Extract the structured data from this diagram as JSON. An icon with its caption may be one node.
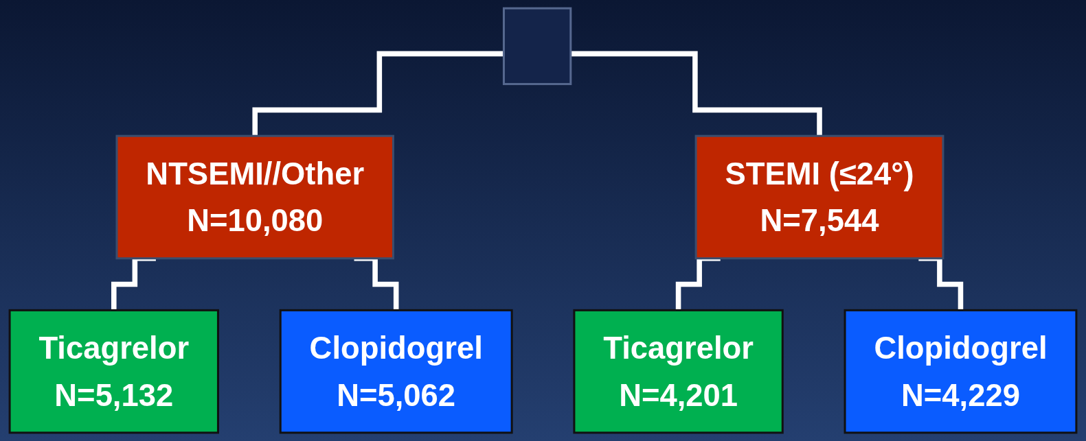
{
  "diagram": {
    "nodes": [
      {
        "text": [],
        "shape": "box"
      },
      {
        "text": [
          "NTSEMI//Other",
          "N=10,080"
        ]
      },
      {
        "text": [
          "STEMI (≤24°)",
          "N=7,544"
        ]
      },
      {
        "text": [
          "Ticagrelor",
          "N=5,132"
        ]
      },
      {
        "text": [
          "Clopidogrel",
          "N=5,062"
        ]
      },
      {
        "text": [
          "Ticagrelor",
          "N=4,201"
        ]
      },
      {
        "text": [
          "Clopidogrel",
          "N=4,229"
        ]
      }
    ],
    "edges": [
      {
        "from": 0,
        "to": 1,
        "arrow": "none"
      },
      {
        "from": 0,
        "to": 2,
        "arrow": "none"
      },
      {
        "from": 1,
        "to": 3,
        "arrow": "none"
      },
      {
        "from": 1,
        "to": 4,
        "arrow": "none"
      },
      {
        "from": 2,
        "to": 5,
        "arrow": "none"
      },
      {
        "from": 2,
        "to": 6,
        "arrow": "none"
      }
    ]
  }
}
